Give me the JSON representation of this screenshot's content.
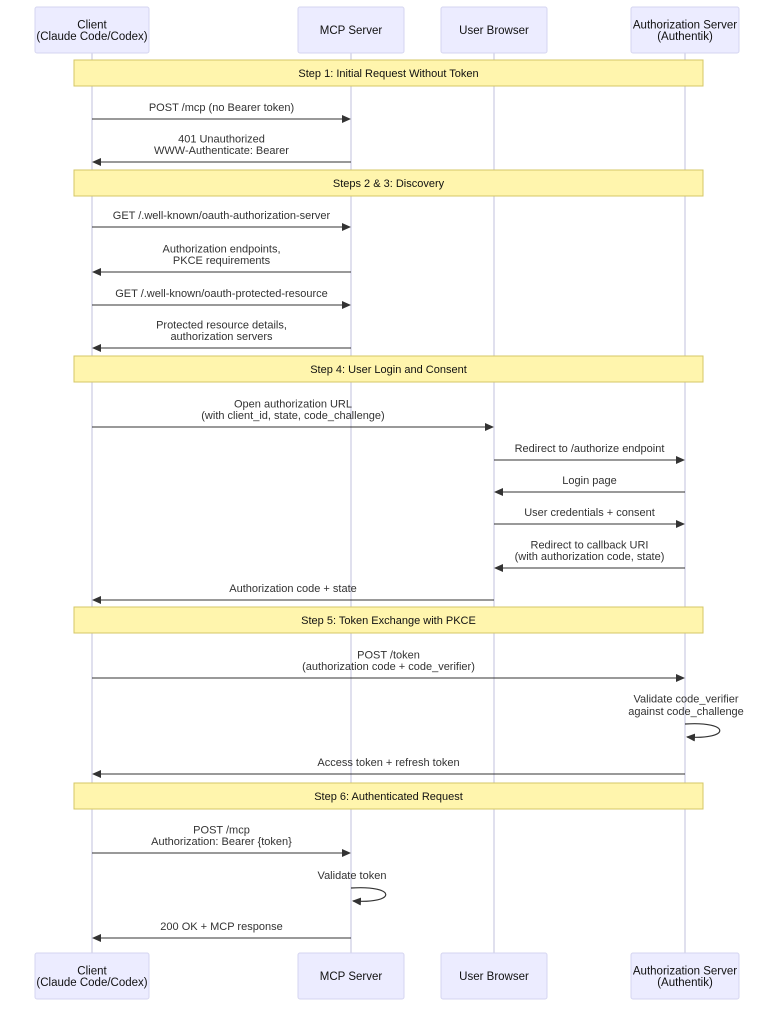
{
  "participants": [
    {
      "id": "client",
      "lines": [
        "Client",
        "(Claude Code/Codex)"
      ]
    },
    {
      "id": "mcp",
      "lines": [
        "MCP Server"
      ]
    },
    {
      "id": "browser",
      "lines": [
        "User Browser"
      ]
    },
    {
      "id": "auth",
      "lines": [
        "Authorization Server",
        "(Authentik)"
      ]
    }
  ],
  "steps": [
    {
      "type": "note",
      "text": "Step 1: Initial Request Without Token"
    },
    {
      "type": "msg",
      "from": "client",
      "to": "mcp",
      "lines": [
        "POST /mcp (no Bearer token)"
      ]
    },
    {
      "type": "msg",
      "from": "mcp",
      "to": "client",
      "lines": [
        "401 Unauthorized",
        "WWW-Authenticate: Bearer"
      ]
    },
    {
      "type": "note",
      "text": "Steps 2 & 3: Discovery"
    },
    {
      "type": "msg",
      "from": "client",
      "to": "mcp",
      "lines": [
        "GET /.well-known/oauth-authorization-server"
      ]
    },
    {
      "type": "msg",
      "from": "mcp",
      "to": "client",
      "lines": [
        "Authorization endpoints,",
        "PKCE requirements"
      ]
    },
    {
      "type": "msg",
      "from": "client",
      "to": "mcp",
      "lines": [
        "GET /.well-known/oauth-protected-resource"
      ]
    },
    {
      "type": "msg",
      "from": "mcp",
      "to": "client",
      "lines": [
        "Protected resource details,",
        "authorization servers"
      ]
    },
    {
      "type": "note",
      "text": "Step 4: User Login and Consent"
    },
    {
      "type": "msg",
      "from": "client",
      "to": "browser",
      "lines": [
        "Open authorization URL",
        "(with client_id, state, code_challenge)"
      ]
    },
    {
      "type": "msg",
      "from": "browser",
      "to": "auth",
      "lines": [
        "Redirect to /authorize endpoint"
      ]
    },
    {
      "type": "msg",
      "from": "auth",
      "to": "browser",
      "lines": [
        "Login page"
      ]
    },
    {
      "type": "msg",
      "from": "browser",
      "to": "auth",
      "lines": [
        "User credentials + consent"
      ]
    },
    {
      "type": "msg",
      "from": "auth",
      "to": "browser",
      "lines": [
        "Redirect to callback URI",
        "(with authorization code, state)"
      ]
    },
    {
      "type": "msg",
      "from": "browser",
      "to": "client",
      "lines": [
        "Authorization code + state"
      ]
    },
    {
      "type": "note",
      "text": "Step 5: Token Exchange with PKCE"
    },
    {
      "type": "msg",
      "from": "client",
      "to": "auth",
      "lines": [
        "POST /token",
        "(authorization code + code_verifier)"
      ]
    },
    {
      "type": "self",
      "at": "auth",
      "lines": [
        "Validate code_verifier",
        "against code_challenge"
      ]
    },
    {
      "type": "msg",
      "from": "auth",
      "to": "client",
      "lines": [
        "Access token + refresh token"
      ]
    },
    {
      "type": "note",
      "text": "Step 6: Authenticated Request"
    },
    {
      "type": "msg",
      "from": "client",
      "to": "mcp",
      "lines": [
        "POST /mcp",
        "Authorization: Bearer {token}"
      ]
    },
    {
      "type": "self",
      "at": "mcp",
      "lines": [
        "Validate token"
      ]
    },
    {
      "type": "msg",
      "from": "mcp",
      "to": "client",
      "lines": [
        "200 OK + MCP response"
      ]
    }
  ]
}
